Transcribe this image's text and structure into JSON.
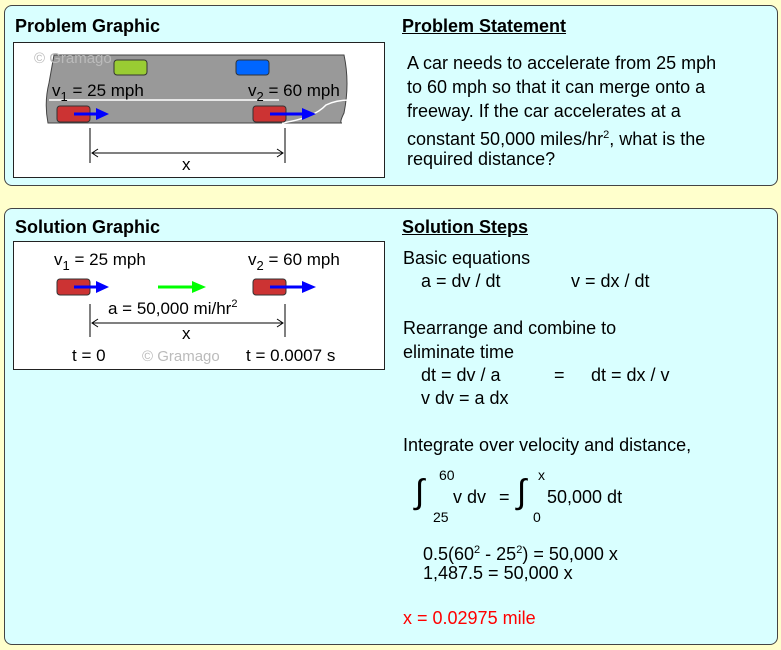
{
  "problem_graphic": {
    "title": "Problem Graphic",
    "watermark": "© Gramago",
    "v1_label": "v",
    "v1_sub": "1",
    "v1_value": " = 25 mph",
    "v2_label": "v",
    "v2_sub": "2",
    "v2_value": " = 60 mph",
    "distance_label": "x"
  },
  "problem_statement": {
    "title": "Problem Statement",
    "line1": "A car needs to accelerate from 25 mph",
    "line2": "to 60 mph so that it can merge onto a",
    "line3": "freeway. If the car accelerates at a",
    "line4a": "constant 50,000 miles/hr",
    "line4sup": "2",
    "line4b": ", what is the",
    "line5": "required distance?"
  },
  "solution_graphic": {
    "title": "Solution Graphic",
    "watermark": "© Gramago",
    "v1_label": "v",
    "v1_sub": "1",
    "v1_value": " = 25 mph",
    "v2_label": "v",
    "v2_sub": "2",
    "v2_value": " = 60 mph",
    "accel_label": "a = 50,000 mi/hr",
    "accel_sup": "2",
    "distance_label": "x",
    "t0": "t = 0",
    "t1": "t = 0.0007 s"
  },
  "solution_steps": {
    "title": "Solution Steps",
    "basic": "Basic equations",
    "eq_a": "a = dv / dt",
    "eq_v": "v = dx / dt",
    "rearrange1": "Rearrange and combine to",
    "rearrange2": "eliminate time",
    "dt1": "dt = dv / a",
    "eqsign": "=",
    "dt2": "dt = dx / v",
    "vdv": "v dv = a dx",
    "integrate": "Integrate over velocity and distance,",
    "int_sym": "∫",
    "int1_upper": "60",
    "int1_lower": "25",
    "int1_body": "v dv",
    "eq2": "=",
    "int2_upper": "x",
    "int2_lower": "0",
    "int2_body": "50,000 dt",
    "r1a": "0.5(60",
    "r1s1": "2",
    "r1b": " - 25",
    "r1s2": "2",
    "r1c": ") = 50,000 x",
    "r2": "1,487.5 = 50,000 x",
    "answer": "x = 0.02975 mile"
  },
  "colors": {
    "background": "#ffffcc",
    "panel": "#d9ffff",
    "answer": "#ff0000",
    "velocity_arrow": "#0000ff",
    "accel_arrow": "#00ff00"
  }
}
